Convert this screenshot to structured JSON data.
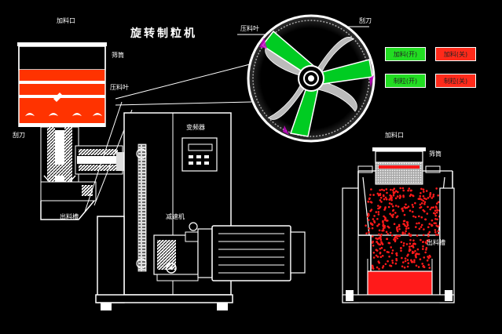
{
  "title": "旋转制粒机",
  "labels": {
    "left_inlet": "加料口",
    "left_screen": "筛筒",
    "left_press_blade": "压料叶",
    "left_scraper": "刮刀",
    "left_outlet": "出料槽",
    "gear_reducer": "减速机",
    "inverter": "变频器",
    "zoom_press_blade": "压料叶",
    "zoom_scraper": "刮刀",
    "right_inlet": "加料口",
    "right_screen": "筛筒",
    "right_outlet": "出料槽"
  },
  "buttons": {
    "feed_on": "加料(开)",
    "feed_off": "加料(关)",
    "granulate_on": "制粒(开)",
    "granulate_off": "制粒(关)"
  },
  "colors": {
    "on_button": "#22dd22",
    "off_button": "#ff2a1a",
    "material": "#ff3300",
    "rotor": "#00cc22",
    "granule": "#ff1a1a"
  }
}
